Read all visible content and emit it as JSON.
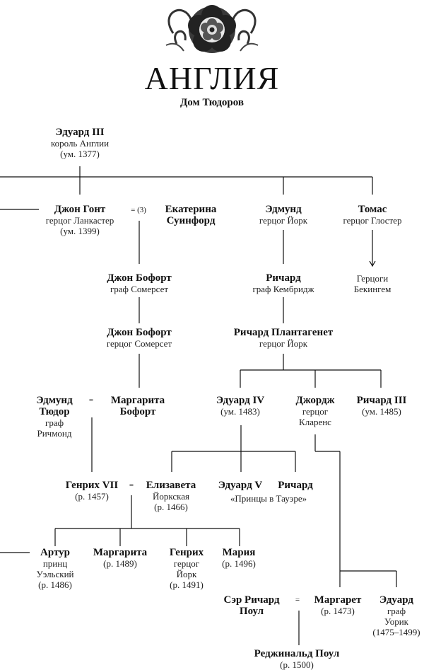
{
  "header": {
    "title": "АНГЛИЯ",
    "subtitle": "Дом Тюдоров"
  },
  "marriage": {
    "eq": "=",
    "eq3": "= (3)"
  },
  "nodes": {
    "edward3": {
      "name": "Эдуард III",
      "sub": "король Англии\n(ум. 1377)"
    },
    "gaunt": {
      "name": "Джон Гонт",
      "sub": "герцог Ланкастер\n(ум. 1399)"
    },
    "swynford": {
      "name": "Екатерина\nСуинфорд"
    },
    "edmund_york": {
      "name": "Эдмунд",
      "sub": "герцог Йорк"
    },
    "thomas": {
      "name": "Томас",
      "sub": "герцог Глостер"
    },
    "buckingham": {
      "sub": "Герцоги\nБекингем"
    },
    "beaufort1": {
      "name": "Джон Бофорт",
      "sub": "граф Сомерсет"
    },
    "richard_cambridge": {
      "name": "Ричард",
      "sub": "граф Кембридж"
    },
    "beaufort2": {
      "name": "Джон Бофорт",
      "sub": "герцог Сомерсет"
    },
    "plantagenet": {
      "name": "Ричард Плантагенет",
      "sub": "герцог Йорк"
    },
    "edmund_tudor": {
      "name": "Эдмунд\nТюдор",
      "sub": "граф\nРичмонд"
    },
    "margaret_beaufort": {
      "name": "Маргарита\nБофорт"
    },
    "edward4": {
      "name": "Эдуард IV",
      "sub": "(ум. 1483)"
    },
    "george": {
      "name": "Джордж",
      "sub": "герцог\nКларенс"
    },
    "richard3": {
      "name": "Ричард III",
      "sub": "(ум. 1485)"
    },
    "henry7": {
      "name": "Генрих VII",
      "sub": "(р. 1457)"
    },
    "elizabeth": {
      "name": "Елизавета",
      "sub": "Йоркская\n(р. 1466)"
    },
    "edward5": {
      "name": "Эдуард V"
    },
    "richard_york": {
      "name": "Ричард"
    },
    "princes": {
      "sub": "«Принцы в Тауэре»"
    },
    "arthur": {
      "name": "Артур",
      "sub": "принц\nУэльский\n(р. 1486)"
    },
    "margarita": {
      "name": "Маргарита",
      "sub": "(р. 1489)"
    },
    "henry8": {
      "name": "Генрих",
      "sub": "герцог\nЙорк\n(р. 1491)"
    },
    "maria": {
      "name": "Мария",
      "sub": "(р. 1496)"
    },
    "pole": {
      "name": "Сэр Ричард\nПоул"
    },
    "margaret_plant": {
      "name": "Маргарет",
      "sub": "(р. 1473)"
    },
    "edward_warwick": {
      "name": "Эдуард",
      "sub": "граф\nУорик\n(1475–1499)"
    },
    "reginald": {
      "name": "Реджинальд Поул",
      "sub": "(р. 1500)"
    }
  }
}
